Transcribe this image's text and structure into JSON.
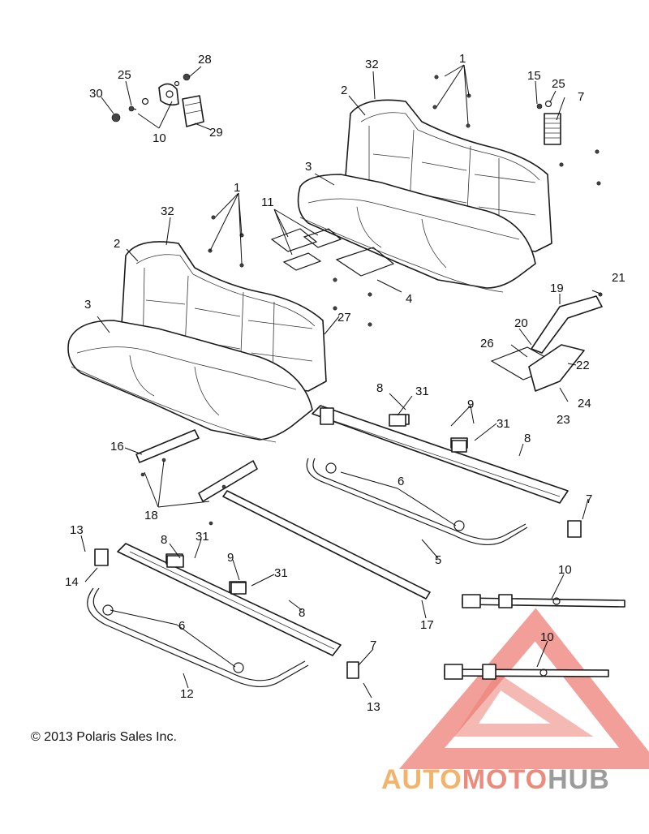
{
  "copyright": "© 2013 Polaris Sales Inc.",
  "watermark": {
    "brand_auto": "AUTO",
    "brand_moto": "MOTO",
    "brand_hub": "HUB",
    "color_auto": "#f3b36a",
    "color_moto": "#ec8a7c",
    "color_hub": "#9b9b9b",
    "logo_color": "#e96a5e"
  },
  "callouts": {
    "c1a": "1",
    "c1b": "1",
    "c2a": "2",
    "c2b": "2",
    "c3a": "3",
    "c3b": "3",
    "c4": "4",
    "c5": "5",
    "c6a": "6",
    "c6b": "6",
    "c7a": "7",
    "c7b": "7",
    "c7c": "7",
    "c8a": "8",
    "c8b": "8",
    "c8c": "8",
    "c8d": "8",
    "c9a": "9",
    "c9b": "9",
    "c10a": "10",
    "c10b": "10",
    "c10c": "10",
    "c11": "11",
    "c12": "12",
    "c13a": "13",
    "c13b": "13",
    "c14": "14",
    "c15": "15",
    "c16": "16",
    "c17": "17",
    "c18": "18",
    "c19": "19",
    "c20": "20",
    "c21": "21",
    "c22": "22",
    "c23": "23",
    "c24": "24",
    "c25a": "25",
    "c25b": "25",
    "c26": "26",
    "c27": "27",
    "c28": "28",
    "c29": "29",
    "c30": "30",
    "c31a": "31",
    "c31b": "31",
    "c31c": "31",
    "c31d": "31",
    "c32a": "32",
    "c32b": "32"
  }
}
